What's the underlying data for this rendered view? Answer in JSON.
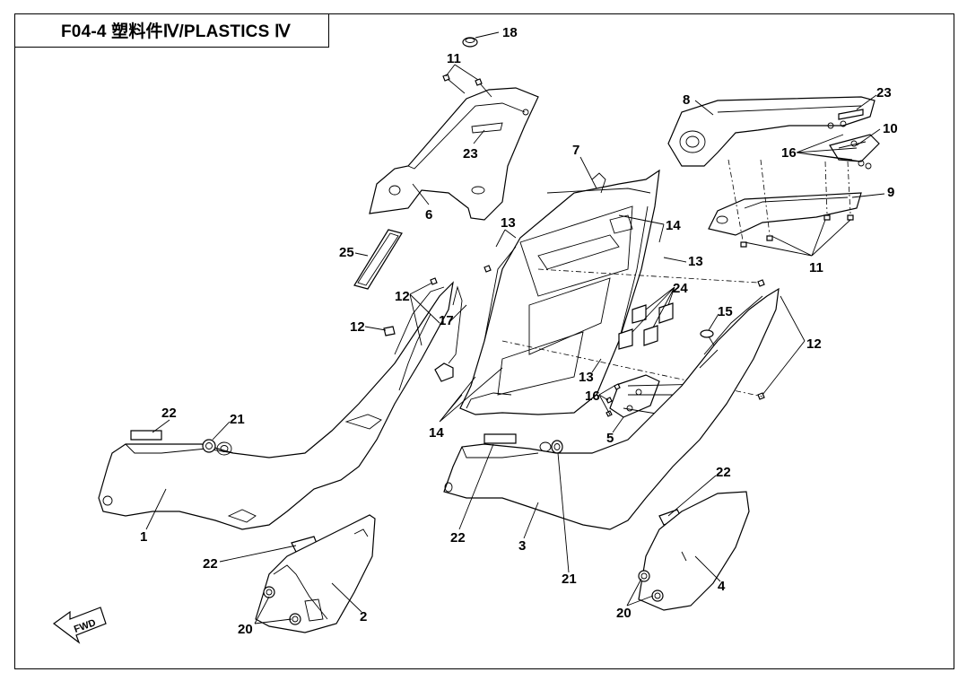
{
  "title": "F04-4 塑料件Ⅳ/PLASTICS Ⅳ",
  "fwd_label": "FWD",
  "callouts": [
    {
      "id": "c18a",
      "text": "18"
    },
    {
      "id": "c11a",
      "text": "11"
    },
    {
      "id": "c23a",
      "text": "23"
    },
    {
      "id": "c6",
      "text": "6"
    },
    {
      "id": "c25",
      "text": "25"
    },
    {
      "id": "c7",
      "text": "7"
    },
    {
      "id": "c13a",
      "text": "13"
    },
    {
      "id": "c14a",
      "text": "14"
    },
    {
      "id": "c13b",
      "text": "13"
    },
    {
      "id": "c8",
      "text": "8"
    },
    {
      "id": "c23b",
      "text": "23"
    },
    {
      "id": "c10",
      "text": "10"
    },
    {
      "id": "c16a",
      "text": "16"
    },
    {
      "id": "c9",
      "text": "9"
    },
    {
      "id": "c11b",
      "text": "11"
    },
    {
      "id": "c12a",
      "text": "12"
    },
    {
      "id": "c12b",
      "text": "12"
    },
    {
      "id": "c17",
      "text": "17"
    },
    {
      "id": "c24",
      "text": "24"
    },
    {
      "id": "c15",
      "text": "15"
    },
    {
      "id": "c12c",
      "text": "12"
    },
    {
      "id": "c13c",
      "text": "13"
    },
    {
      "id": "c16b",
      "text": "16"
    },
    {
      "id": "c5",
      "text": "5"
    },
    {
      "id": "c14b",
      "text": "14"
    },
    {
      "id": "c22a",
      "text": "22"
    },
    {
      "id": "c21a",
      "text": "21"
    },
    {
      "id": "c1",
      "text": "1"
    },
    {
      "id": "c22b",
      "text": "22"
    },
    {
      "id": "c2",
      "text": "2"
    },
    {
      "id": "c20a",
      "text": "20"
    },
    {
      "id": "c22c",
      "text": "22"
    },
    {
      "id": "c3",
      "text": "3"
    },
    {
      "id": "c21b",
      "text": "21"
    },
    {
      "id": "c22d",
      "text": "22"
    },
    {
      "id": "c4",
      "text": "4"
    },
    {
      "id": "c20b",
      "text": "20"
    }
  ]
}
